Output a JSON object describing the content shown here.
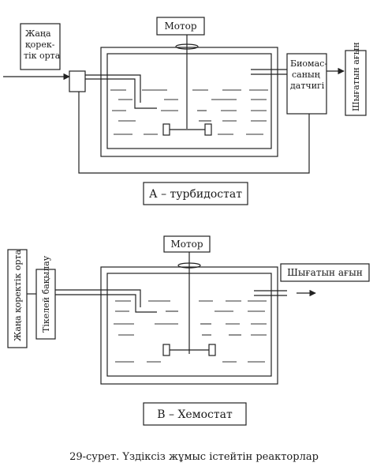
{
  "diagram_a": {
    "fresh_medium": [
      "Жаңа",
      "қорек-",
      "тік орта"
    ],
    "motor": "Мотор",
    "biomass_sensor": [
      "Биомас-",
      "саның",
      "датчигі"
    ],
    "outflow": "Шығатын ағын",
    "caption": "А – турбидостат"
  },
  "diagram_b": {
    "fresh_medium": "Жаңа қоректік орта",
    "direct_control": "Тікелей бақылау",
    "motor": "Мотор",
    "outflow": "Шығатын ағын",
    "caption": "В – Хемостат"
  },
  "figure_caption": "29-сурет. Үздіксіз жұмыс істейтін реакторлар"
}
